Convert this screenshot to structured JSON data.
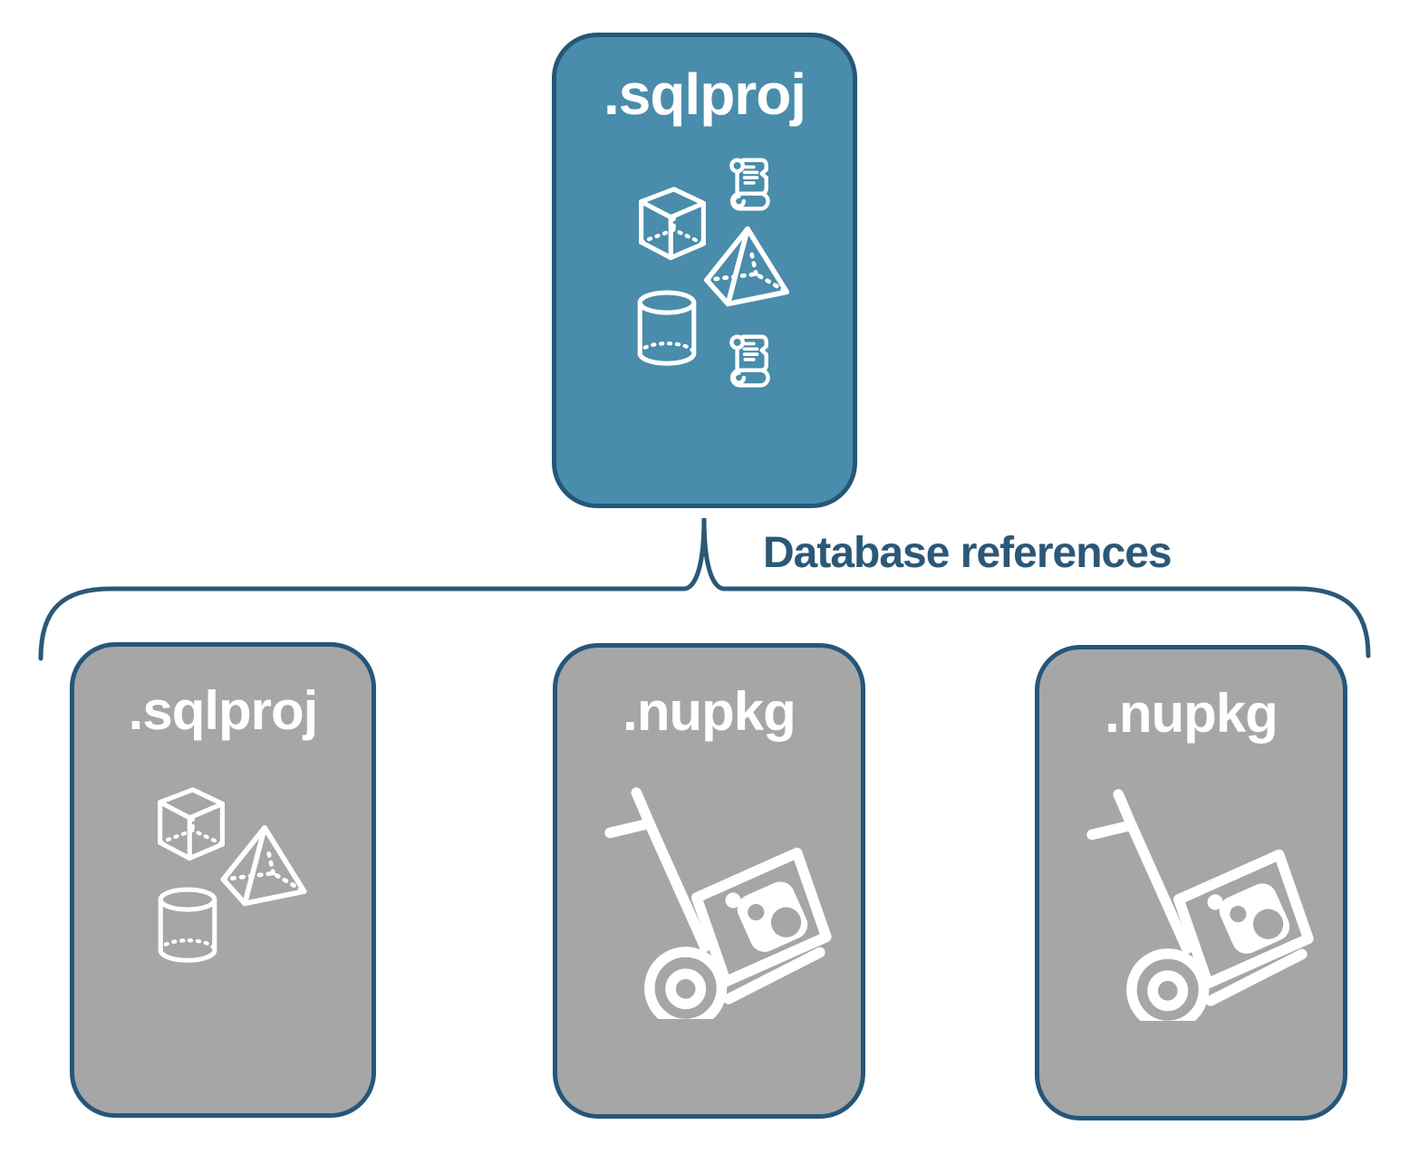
{
  "diagram": {
    "root": {
      "label": ".sqlproj",
      "icons": [
        "script-scroll",
        "cube-3d",
        "pyramid-3d",
        "cylinder-3d",
        "script-scroll"
      ]
    },
    "connector": {
      "label": "Database references"
    },
    "children": [
      {
        "label": ".sqlproj",
        "icons": [
          "cube-3d",
          "pyramid-3d",
          "cylinder-3d"
        ]
      },
      {
        "label": ".nupkg",
        "icons": [
          "package-dolly"
        ]
      },
      {
        "label": ".nupkg",
        "icons": [
          "package-dolly"
        ]
      }
    ],
    "colors": {
      "root_fill": "#4a8cab",
      "child_fill": "#a6a6a6",
      "border": "#25567a",
      "connector": "#2b5876",
      "label_text": "#ffffff",
      "background": "#ffffff"
    }
  }
}
